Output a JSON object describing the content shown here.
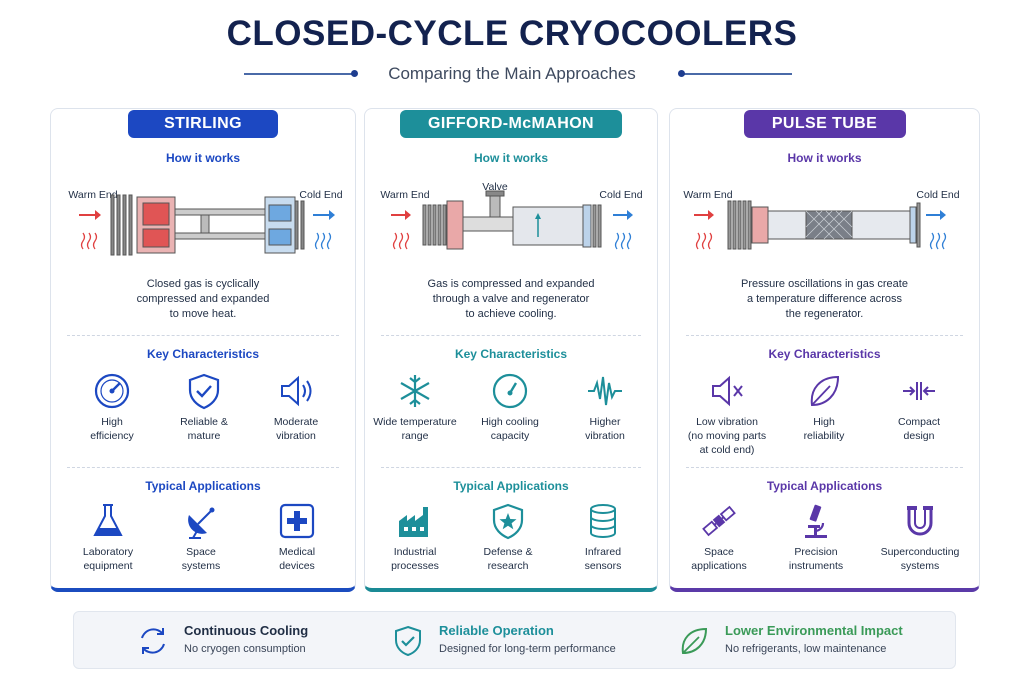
{
  "title": "CLOSED-CYCLE CRYOCOOLERS",
  "subtitle": "Comparing the Main Approaches",
  "cards": [
    {
      "name": "STIRLING",
      "how_label": "How it works",
      "warm_label": "Warm End",
      "cold_label": "Cold End",
      "description": [
        "Closed gas is cyclically",
        "compressed and expanded",
        "to move heat."
      ],
      "key_label": "Key Characteristics",
      "characteristics": [
        {
          "icon": "gauge-icon",
          "lines": [
            "High",
            "efficiency"
          ]
        },
        {
          "icon": "shield-check-icon",
          "lines": [
            "Reliable &",
            "mature"
          ]
        },
        {
          "icon": "speaker-icon",
          "lines": [
            "Moderate",
            "vibration"
          ]
        }
      ],
      "apps_label": "Typical Applications",
      "applications": [
        {
          "icon": "flask-icon",
          "lines": [
            "Laboratory",
            "equipment"
          ]
        },
        {
          "icon": "satellite-dish-icon",
          "lines": [
            "Space",
            "systems"
          ]
        },
        {
          "icon": "medical-cross-icon",
          "lines": [
            "Medical",
            "devices"
          ]
        }
      ],
      "accent": "#1c48c2"
    },
    {
      "name": "GIFFORD-McMAHON",
      "how_label": "How it works",
      "warm_label": "Warm End",
      "cold_label": "Cold End",
      "valve_label": "Valve",
      "description": [
        "Gas is compressed and expanded",
        "through a valve and regenerator",
        "to achieve cooling."
      ],
      "key_label": "Key Characteristics",
      "characteristics": [
        {
          "icon": "snowflake-icon",
          "lines": [
            "Wide temperature",
            "range"
          ]
        },
        {
          "icon": "gauge-icon",
          "lines": [
            "High cooling",
            "capacity"
          ]
        },
        {
          "icon": "waveform-icon",
          "lines": [
            "Higher",
            "vibration"
          ]
        }
      ],
      "apps_label": "Typical Applications",
      "applications": [
        {
          "icon": "factory-icon",
          "lines": [
            "Industrial",
            "processes"
          ]
        },
        {
          "icon": "shield-star-icon",
          "lines": [
            "Defense &",
            "research"
          ]
        },
        {
          "icon": "database-icon",
          "lines": [
            "Infrared",
            "sensors"
          ]
        }
      ],
      "accent": "#1d8f9a"
    },
    {
      "name": "PULSE TUBE",
      "how_label": "How it works",
      "warm_label": "Warm End",
      "cold_label": "Cold End",
      "description": [
        "Pressure oscillations in gas create",
        "a temperature difference across",
        "the regenerator."
      ],
      "key_label": "Key Characteristics",
      "characteristics": [
        {
          "icon": "speaker-mute-icon",
          "lines": [
            "Low vibration",
            "(no moving parts",
            "at cold end)"
          ]
        },
        {
          "icon": "leaf-icon",
          "lines": [
            "High",
            "reliability"
          ]
        },
        {
          "icon": "compress-arrows-icon",
          "lines": [
            "Compact",
            "design"
          ]
        }
      ],
      "apps_label": "Typical Applications",
      "applications": [
        {
          "icon": "satellite-icon",
          "lines": [
            "Space",
            "applications"
          ]
        },
        {
          "icon": "microscope-icon",
          "lines": [
            "Precision",
            "instruments"
          ]
        },
        {
          "icon": "magnet-icon",
          "lines": [
            "Superconducting",
            "systems"
          ]
        }
      ],
      "accent": "#5a37a8"
    }
  ],
  "benefits": [
    {
      "icon": "cycle-arrows-icon",
      "title": "Continuous Cooling",
      "sub": "No cryogen consumption",
      "color": "#1c48c2"
    },
    {
      "icon": "shield-check-icon",
      "title": "Reliable Operation",
      "sub": "Designed for long-term performance",
      "color": "#1d8f9a"
    },
    {
      "icon": "leaf-icon",
      "title": "Lower Environmental Impact",
      "sub": "No refrigerants, low maintenance",
      "color": "#3a9a58"
    }
  ],
  "colors": {
    "warm_arrow": "#e04040",
    "cold_arrow": "#2f7fd6",
    "title": "#13224f"
  }
}
